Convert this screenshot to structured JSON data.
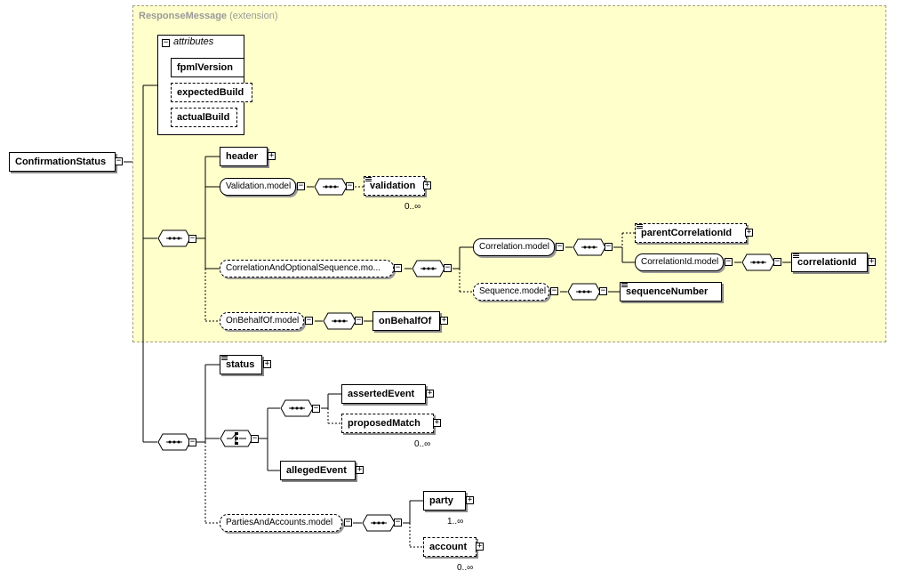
{
  "extension": {
    "name": "ResponseMessage",
    "suffix": "(extension)"
  },
  "attributes": {
    "header": "attributes",
    "items": [
      "fpmlVersion",
      "expectedBuild",
      "actualBuild"
    ]
  },
  "root": "ConfirmationStatus",
  "elements": {
    "header": "header",
    "validation_model": "Validation.model",
    "validation": "validation",
    "validation_card": "0..∞",
    "corr_opt_seq_model": "CorrelationAndOptionalSequence.mo...",
    "correlation_model": "Correlation.model",
    "parent_correlation_id": "parentCorrelationId",
    "correlation_id_model": "CorrelationId.model",
    "correlation_id": "correlationId",
    "sequence_model": "Sequence.model",
    "sequence_number": "sequenceNumber",
    "on_behalf_of_model": "OnBehalfOf.model",
    "on_behalf_of": "onBehalfOf",
    "status": "status",
    "asserted_event": "assertedEvent",
    "proposed_match": "proposedMatch",
    "proposed_match_card": "0..∞",
    "alleged_event": "allegedEvent",
    "parties_accounts_model": "PartiesAndAccounts.model",
    "party": "party",
    "party_card": "1..∞",
    "account": "account",
    "account_card": "0..∞"
  }
}
